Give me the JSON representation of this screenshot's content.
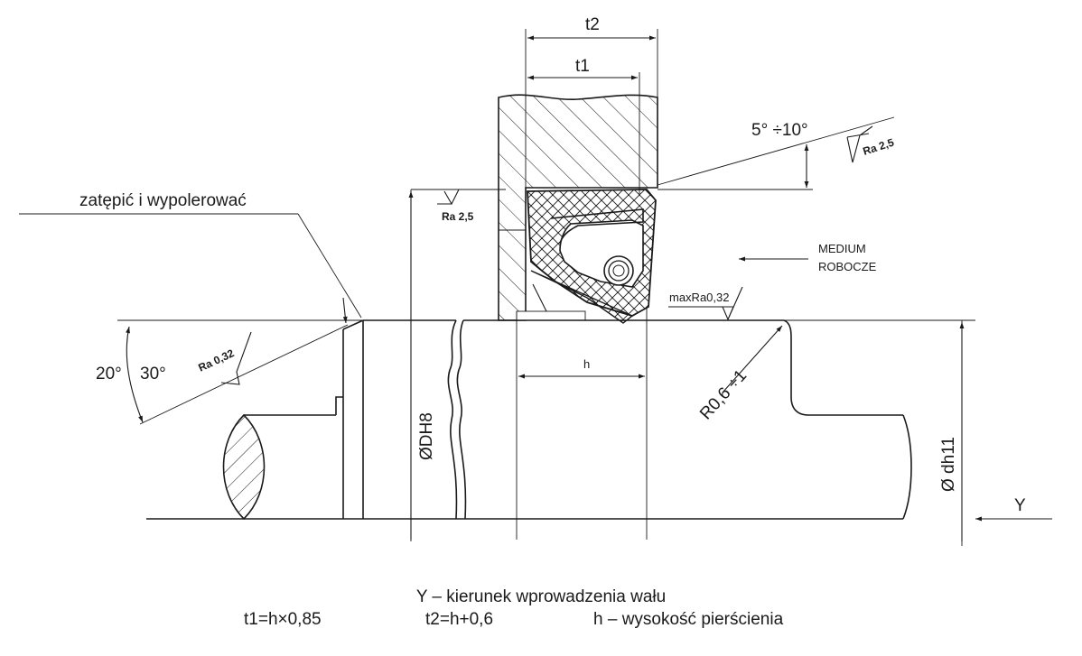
{
  "labels": {
    "t2": "t2",
    "t1": "t1",
    "angle_range": "5° ÷10°",
    "ra_25_top": "Ra 2,5",
    "ra_25_left": "Ra 2,5",
    "instruction": "zatępić i wypolerować",
    "medium_line1": "MEDIUM",
    "medium_line2": "ROBOCZE",
    "max_ra": "maxRa0,32",
    "angle_20": "20°",
    "angle_30": "30°",
    "ra_032": "Ra 0,32",
    "h": "h",
    "bore_dia": "ØDH8",
    "radius": "R0,6 ÷1",
    "shaft_dia": "Ø dh11",
    "direction": "Y"
  },
  "caption": {
    "line1": "Y – kierunek wprowadzenia wału",
    "t1_formula": "t1=h×0,85",
    "t2_formula": "t2=h+0,6",
    "h_legend": "h – wysokość pierścienia"
  }
}
